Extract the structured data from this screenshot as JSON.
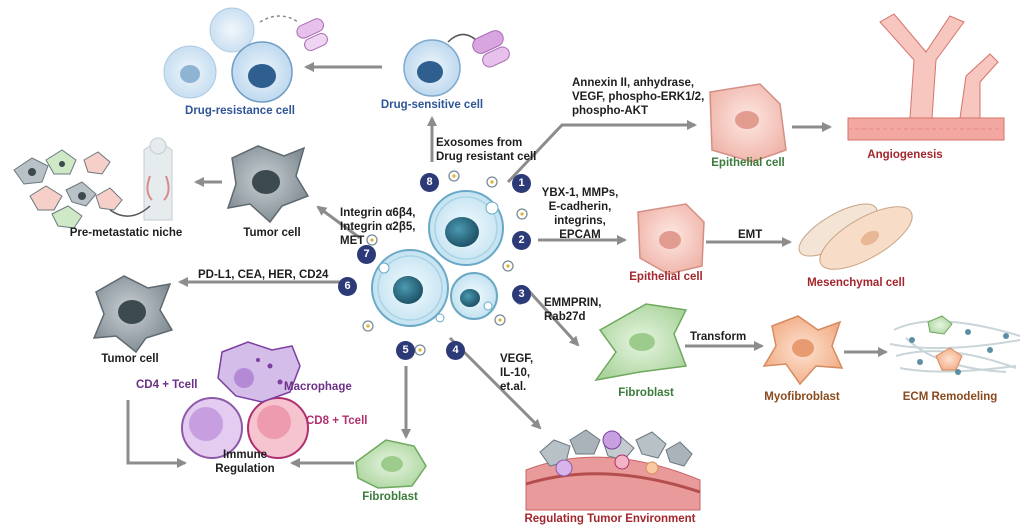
{
  "labels": {
    "drug_resistance": "Drug-resistance cell",
    "drug_sensitive": "Drug-sensitive cell",
    "exosomes": "Exosomes from\nDrug resistant cell",
    "annexin": "Annexin II, anhydrase,\nVEGF, phospho-ERK1/2,\nphospho-AKT",
    "epithelial1": "Epithelial cell",
    "angiogenesis": "Angiogenesis",
    "ybx": "YBX-1, MMPs,\nE-cadherin,\nintegrins,\nEPCAM",
    "epithelial2": "Epithelial cell",
    "emt": "EMT",
    "mesenchymal": "Mesenchymal cell",
    "emmprin": "EMMPRIN,\nRab27d",
    "fibroblast_right": "Fibroblast",
    "transform": "Transform",
    "myofibroblast": "Myofibroblast",
    "ecm": "ECM Remodeling",
    "vegf": "VEGF,\nIL-10,\net.al.",
    "regulating": "Regulating Tumor Environment",
    "fibroblast_bottom": "Fibroblast",
    "immune": "Immune\nRegulation",
    "cd4": "CD4 + Tcell",
    "macrophage": "Macrophage",
    "cd8": "CD8 + Tcell",
    "tumor_left": "Tumor cell",
    "pdl1": "PD-L1, CEA, HER, CD24",
    "integrin": "Integrin α6β4,\nIntegrin α2β5,\nMET",
    "tumor_top": "Tumor cell",
    "premetastatic": "Pre-metastatic niche"
  },
  "numbers": [
    "1",
    "2",
    "3",
    "4",
    "5",
    "6",
    "7",
    "8"
  ],
  "colors": {
    "arrow": "#8c8c8c",
    "badge": "#2c3a78",
    "exosome_cell": "#cfe6f2",
    "nucleus": "#2d6f86",
    "tumor_cell": "#9aa3a8",
    "epithelial": "#f6cfc8",
    "fibroblast": "#cfe8c6",
    "myofibroblast": "#f7c6a8",
    "vessel": "#e47d7d",
    "drug_capsule": "#d9a5e0"
  }
}
